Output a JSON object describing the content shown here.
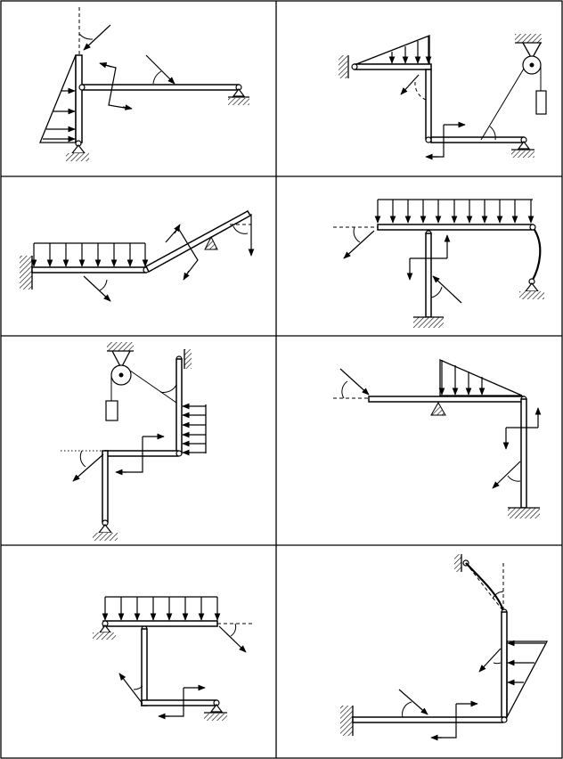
{
  "sheet": {
    "panel_count": 8,
    "colors": {
      "ink": "#000000",
      "paper": "#ffffff"
    },
    "panels": [
      {
        "id": "p1",
        "icons": [
          "fixed-pin-support",
          "roller-support",
          "triangular-distributed-load",
          "inclined-force",
          "force-couple"
        ]
      },
      {
        "id": "p2",
        "icons": [
          "wall-pin",
          "pulley",
          "hanging-weight",
          "triangular-distributed-load",
          "inclined-force",
          "force-couple",
          "roller-support"
        ]
      },
      {
        "id": "p3",
        "icons": [
          "fixed-wall",
          "uniform-distributed-load",
          "knife-edge-support",
          "inclined-force",
          "force-couple"
        ]
      },
      {
        "id": "p4",
        "icons": [
          "uniform-distributed-load",
          "fixed-ground",
          "curved-rod",
          "pin-support",
          "inclined-force",
          "force-couple"
        ]
      },
      {
        "id": "p5",
        "icons": [
          "pulley",
          "hanging-weight",
          "wall-pin",
          "uniform-distributed-load",
          "pin-support",
          "inclined-force",
          "force-couple"
        ]
      },
      {
        "id": "p6",
        "icons": [
          "triangular-distributed-load",
          "knife-edge-support",
          "fixed-ground",
          "inclined-force",
          "force-couple"
        ]
      },
      {
        "id": "p7",
        "icons": [
          "uniform-distributed-load",
          "pin-support",
          "roller-support",
          "inclined-force",
          "force-couple"
        ]
      },
      {
        "id": "p8",
        "icons": [
          "wall-pin",
          "curved-rod",
          "triangular-distributed-load",
          "fixed-wall",
          "inclined-force",
          "force-couple"
        ]
      }
    ]
  }
}
